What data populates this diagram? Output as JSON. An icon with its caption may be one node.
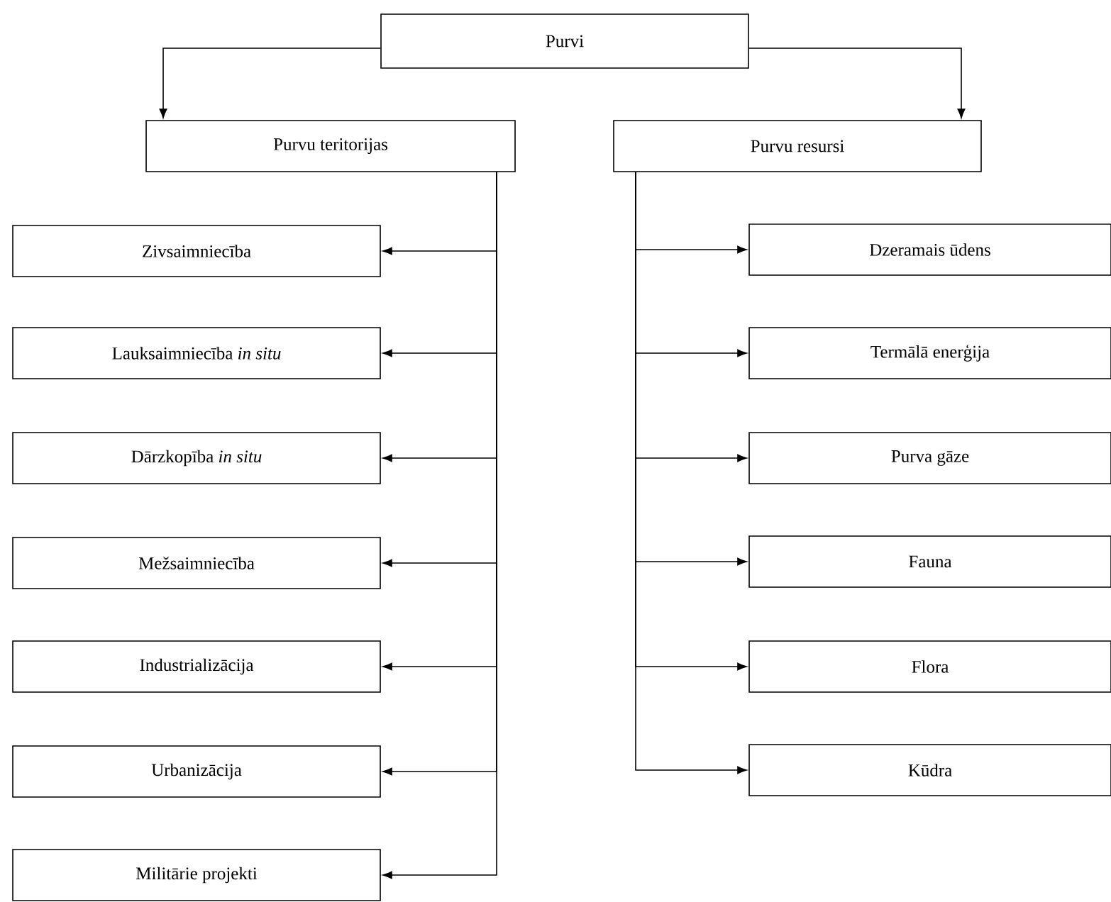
{
  "diagram": {
    "nodes": [
      {
        "text": [
          "Purvi"
        ]
      },
      {
        "text": [
          "Purvu teritorijas"
        ]
      },
      {
        "text": [
          "Purvu resursi"
        ]
      },
      {
        "text": [
          "Zivsaimniecība"
        ]
      },
      {
        "text": [
          "Lauksaimniecība *in situ*"
        ]
      },
      {
        "text": [
          "Dārzkopība *in situ*"
        ]
      },
      {
        "text": [
          "Mežsaimniecība"
        ]
      },
      {
        "text": [
          "Industrializācija"
        ]
      },
      {
        "text": [
          "Urbanizācija"
        ]
      },
      {
        "text": [
          "Militārie projekti"
        ]
      },
      {
        "text": [
          "Dzeramais ūdens"
        ]
      },
      {
        "text": [
          "Termālā enerģija"
        ]
      },
      {
        "text": [
          "Purva gāze"
        ]
      },
      {
        "text": [
          "Fauna"
        ]
      },
      {
        "text": [
          "Flora"
        ]
      },
      {
        "text": [
          "Kūdra"
        ]
      }
    ],
    "edges": [
      {
        "from": 0,
        "to": 1,
        "arrow": "to"
      },
      {
        "from": 0,
        "to": 2,
        "arrow": "to"
      },
      {
        "from": 1,
        "to": 3,
        "arrow": "to"
      },
      {
        "from": 1,
        "to": 4,
        "arrow": "to"
      },
      {
        "from": 1,
        "to": 5,
        "arrow": "to"
      },
      {
        "from": 1,
        "to": 6,
        "arrow": "to"
      },
      {
        "from": 1,
        "to": 7,
        "arrow": "to"
      },
      {
        "from": 1,
        "to": 8,
        "arrow": "to"
      },
      {
        "from": 1,
        "to": 9,
        "arrow": "to"
      },
      {
        "from": 2,
        "to": 10,
        "arrow": "to"
      },
      {
        "from": 2,
        "to": 11,
        "arrow": "to"
      },
      {
        "from": 2,
        "to": 12,
        "arrow": "to"
      },
      {
        "from": 2,
        "to": 13,
        "arrow": "to"
      },
      {
        "from": 2,
        "to": 14,
        "arrow": "to"
      },
      {
        "from": 2,
        "to": 15,
        "arrow": "to"
      }
    ]
  }
}
